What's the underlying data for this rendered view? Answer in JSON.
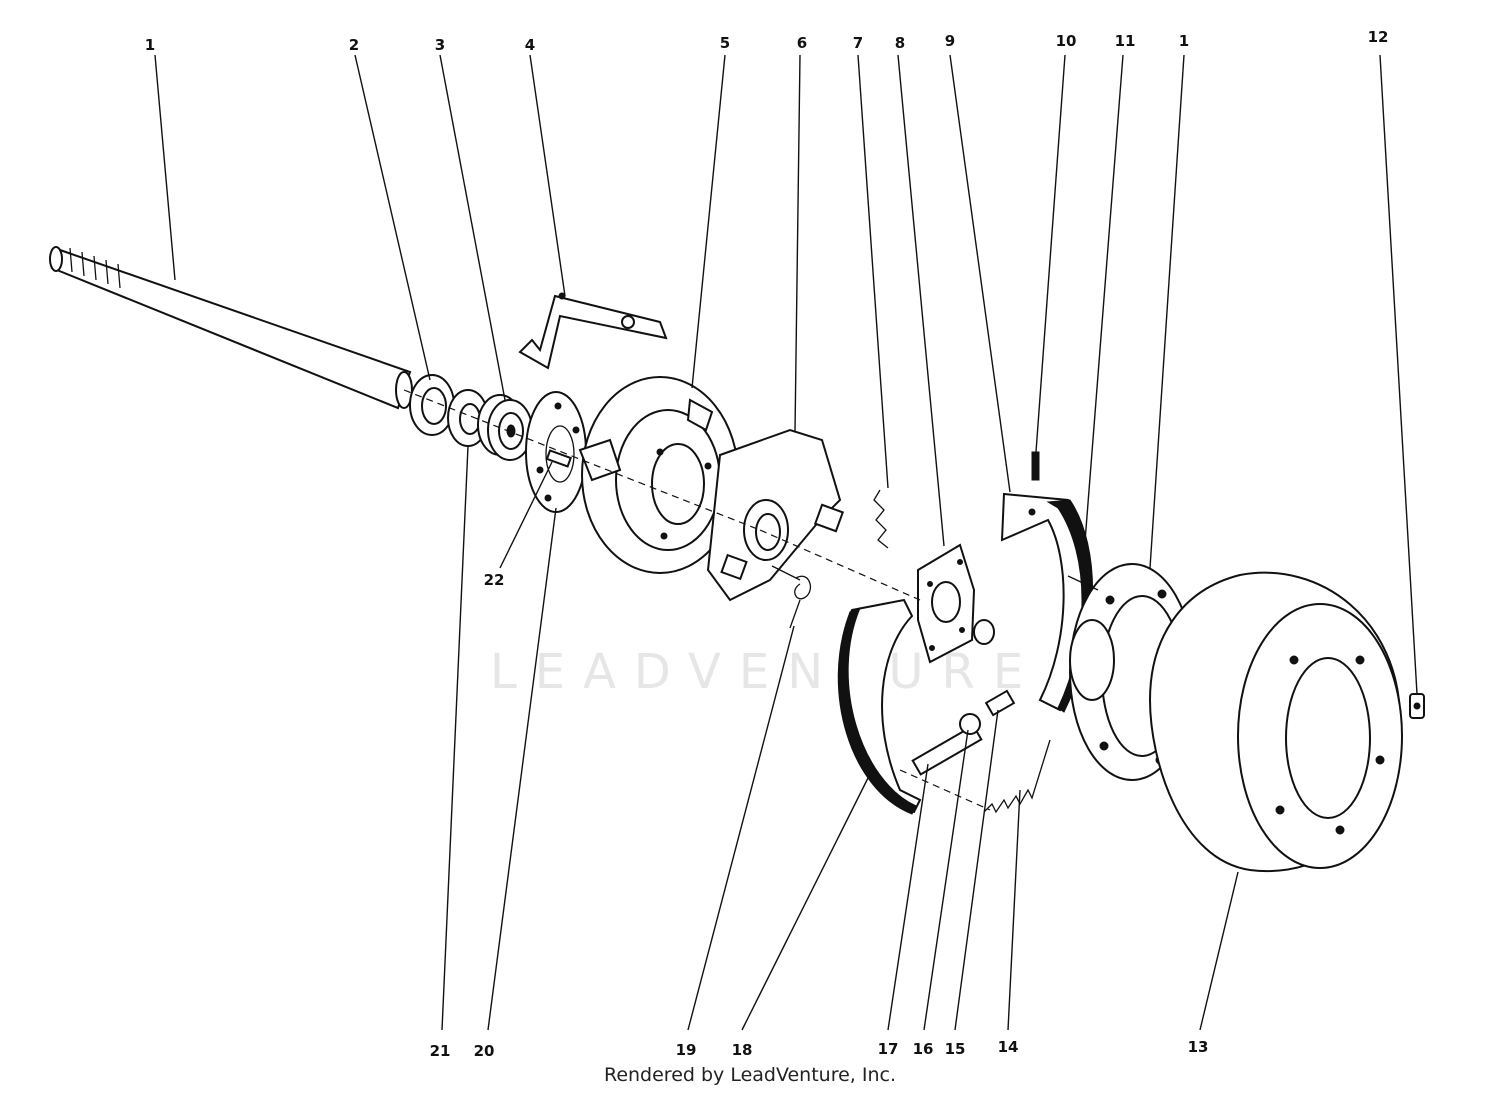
{
  "watermark": "LEADVENTURE",
  "footer": "Rendered by LeadVenture, Inc.",
  "parts": [
    {
      "id": "axle-left",
      "label": "1"
    },
    {
      "id": "seal",
      "label": "2"
    },
    {
      "id": "bearing",
      "label": "3"
    },
    {
      "id": "lever",
      "label": "4"
    },
    {
      "id": "backing-plate",
      "label": "5"
    },
    {
      "id": "anchor-plate",
      "label": "6"
    },
    {
      "id": "spring-small",
      "label": "7"
    },
    {
      "id": "retainer-plate",
      "label": "8"
    },
    {
      "id": "shoe-upper",
      "label": "9"
    },
    {
      "id": "pin",
      "label": "10"
    },
    {
      "id": "hub-stud",
      "label": "11"
    },
    {
      "id": "hub-right",
      "label": "1"
    },
    {
      "id": "clip",
      "label": "12"
    },
    {
      "id": "drum",
      "label": "13"
    },
    {
      "id": "spring-lower",
      "label": "14"
    },
    {
      "id": "adjuster-nut",
      "label": "15"
    },
    {
      "id": "adjuster-screw",
      "label": "16"
    },
    {
      "id": "adjuster-body",
      "label": "17"
    },
    {
      "id": "shoe-lower",
      "label": "18"
    },
    {
      "id": "spring-torsion",
      "label": "19"
    },
    {
      "id": "gasket",
      "label": "20"
    },
    {
      "id": "spacer",
      "label": "21"
    },
    {
      "id": "key",
      "label": "22"
    }
  ]
}
